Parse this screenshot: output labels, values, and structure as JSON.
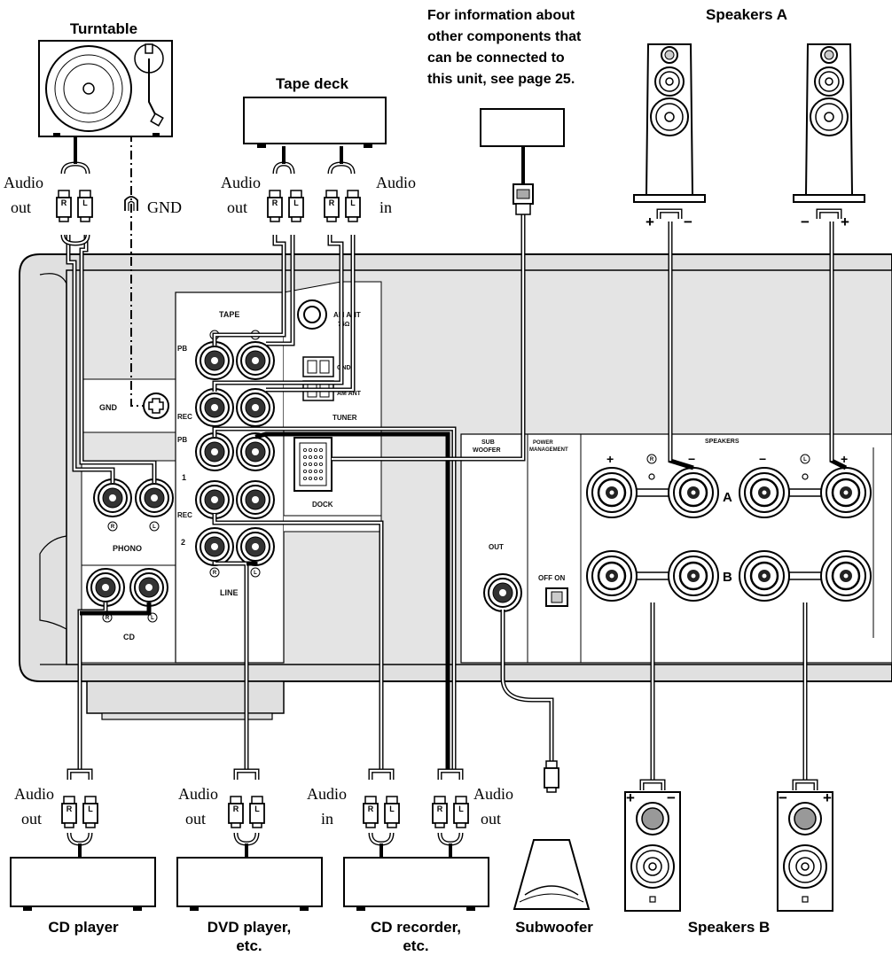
{
  "labels": {
    "turntable": "Turntable",
    "tape_deck": "Tape deck",
    "info_note": [
      "For information about",
      "other components that",
      "can be connected to",
      "this unit, see page 25."
    ],
    "speakers_a": "Speakers A",
    "speakers_b": "Speakers B",
    "cd_player": "CD player",
    "dvd_player": [
      "DVD player,",
      "etc."
    ],
    "cd_recorder": [
      "CD recorder,",
      "etc."
    ],
    "subwoofer": "Subwoofer",
    "audio_out": [
      "Audio",
      "out"
    ],
    "audio_in": [
      "Audio",
      "in"
    ],
    "gnd": "GND",
    "plug_r": "R",
    "plug_l": "L",
    "plus": "+",
    "minus": "−"
  },
  "panel": {
    "tape": "TAPE",
    "pb": "PB",
    "rec": "REC",
    "gnd": "GND",
    "phono": "PHONO",
    "cd": "CD",
    "line": "LINE",
    "line_1": "1",
    "line_2": "2",
    "jack_r": "R",
    "jack_l": "L",
    "am_ant": [
      "AM ANT",
      "75Ω"
    ],
    "gnd_small": "GND",
    "am_ant2": "AM ANT",
    "tuner": "TUNER",
    "dock": "DOCK",
    "sub_woofer": [
      "SUB",
      "WOOFER"
    ],
    "out": "OUT",
    "power_management": [
      "POWER",
      "MANAGEMENT"
    ],
    "off_on": "OFF ON",
    "speakers": "SPEAKERS",
    "row_a": "A",
    "row_b": "B"
  }
}
